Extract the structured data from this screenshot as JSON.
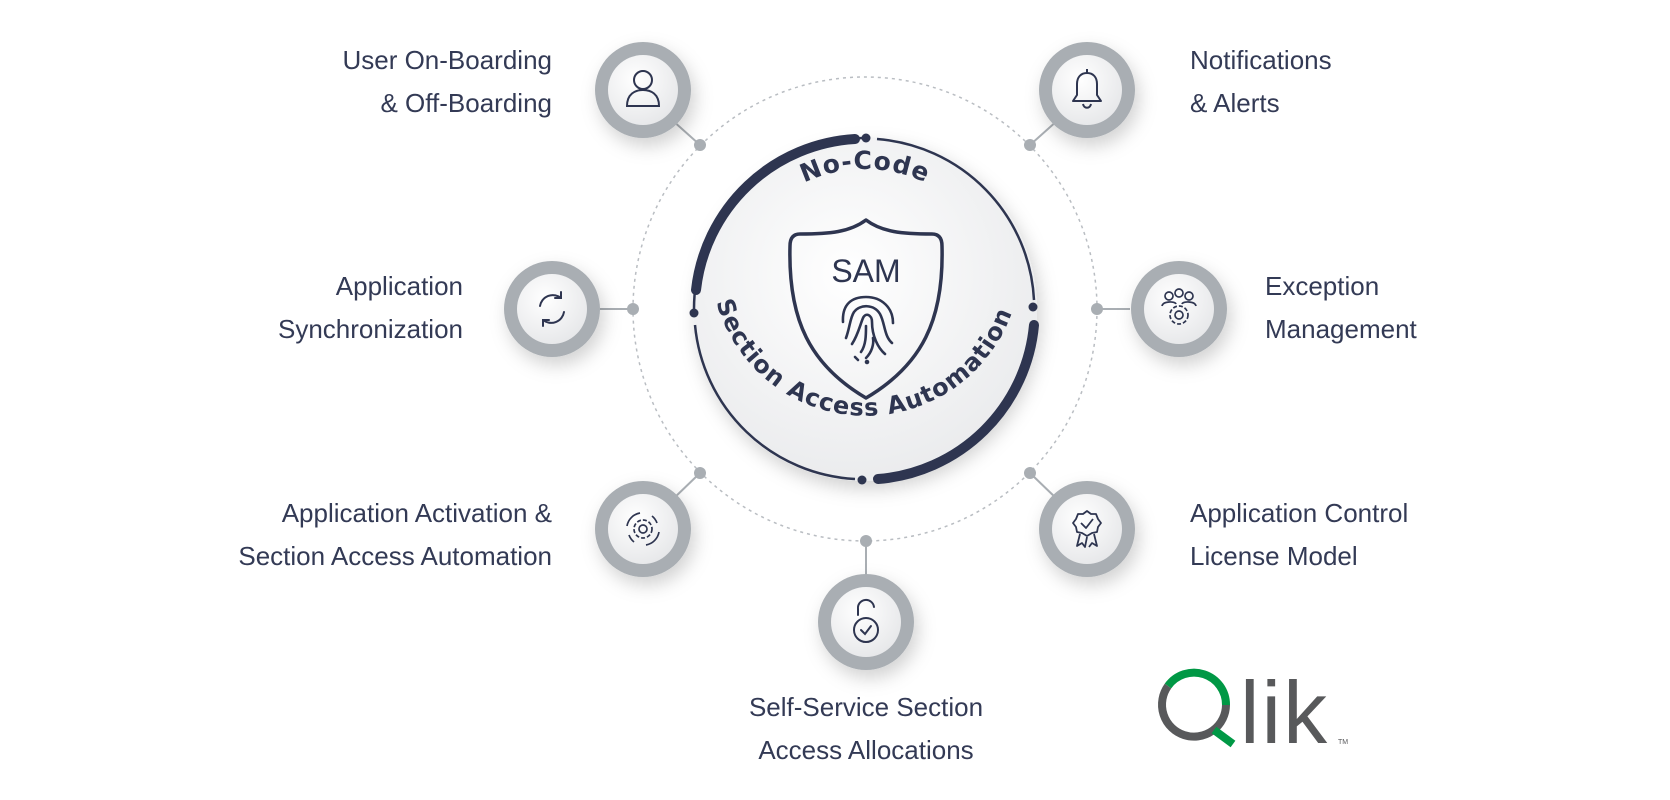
{
  "center": {
    "top_label": "No-Code",
    "bottom_label": "Section Access Automation",
    "shield_label": "SAM",
    "shield_icon": "fingerprint-icon"
  },
  "features": [
    {
      "id": "onboarding",
      "icon": "user-icon",
      "lines": [
        "User On-Boarding",
        "& Off-Boarding"
      ]
    },
    {
      "id": "notifications",
      "icon": "bell-icon",
      "lines": [
        "Notifications",
        "& Alerts"
      ]
    },
    {
      "id": "sync",
      "icon": "sync-icon",
      "lines": [
        "Application",
        "Synchronization"
      ]
    },
    {
      "id": "exception",
      "icon": "team-gear-icon",
      "lines": [
        "Exception",
        "Management"
      ]
    },
    {
      "id": "activation",
      "icon": "gear-cycle-icon",
      "lines": [
        "Application Activation &",
        "Section Access Automation"
      ]
    },
    {
      "id": "license",
      "icon": "award-badge-icon",
      "lines": [
        "Application Control",
        "License Model"
      ]
    },
    {
      "id": "selfservice",
      "icon": "unlock-icon",
      "lines": [
        "Self-Service Section",
        "Access Allocations"
      ]
    }
  ],
  "logo": {
    "text": "Qlik",
    "trademark": "TM"
  },
  "colors": {
    "navy": "#2e3550",
    "ring": "#a9aeb3",
    "qlik_green": "#009845",
    "qlik_gray": "#58595b"
  }
}
